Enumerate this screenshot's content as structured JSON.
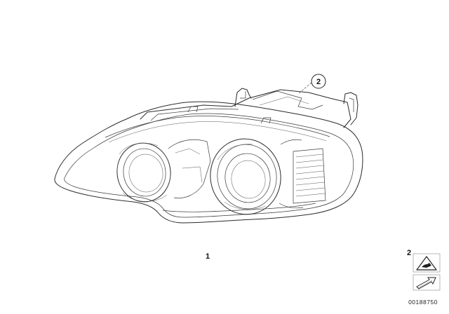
{
  "diagram": {
    "part_labels": [
      {
        "id": "part-1",
        "text": "1"
      },
      {
        "id": "part-2",
        "text": "2"
      }
    ],
    "legend": {
      "label": "2",
      "icons": [
        "warning-triangle-icon",
        "arrow-icon"
      ]
    },
    "image_code": "00188750"
  }
}
